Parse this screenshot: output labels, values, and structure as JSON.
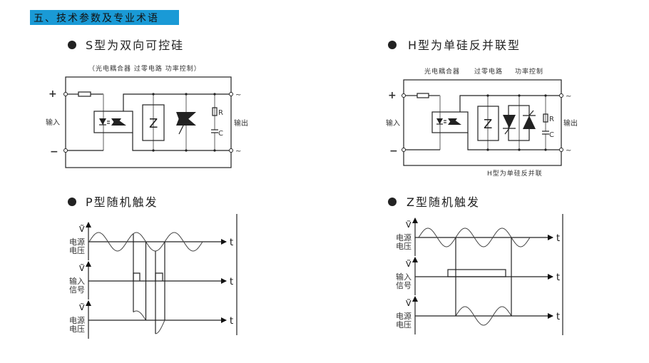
{
  "header": {
    "title": "五、技术参数及专业术语",
    "bg_color": "#1a9ad6"
  },
  "s_type": {
    "title": "S型为双向可控硅",
    "subtitle": "（光电耦合器   过零电路   功率控制）",
    "plus": "+",
    "minus": "−",
    "input": "输入",
    "output": "输出",
    "ac": "~",
    "z": "Z",
    "r": "R",
    "c": "C"
  },
  "h_type": {
    "title": "H型为单硅反并联型",
    "labels": [
      "光电耦合器",
      "过零电路",
      "功率控制"
    ],
    "caption": "H型为单硅反并联",
    "plus": "+",
    "minus": "−",
    "input": "输入",
    "output": "输出",
    "ac": "~",
    "z": "Z",
    "r": "R",
    "c": "C"
  },
  "p_type": {
    "title": "P型随机触发",
    "rows": [
      {
        "v": "Ṽ",
        "l1": "电源",
        "l2": "电压",
        "t": "t"
      },
      {
        "v": "Ṽ",
        "l1": "输入",
        "l2": "信号",
        "t": "t"
      },
      {
        "v": "Ṽ",
        "l1": "电源",
        "l2": "电压",
        "t": "t"
      }
    ]
  },
  "z_type": {
    "title": "Z型随机触发",
    "rows": [
      {
        "v": "Ṽ",
        "l1": "电源",
        "l2": "电压",
        "t": "t"
      },
      {
        "v": "Ṽ",
        "l1": "输入",
        "l2": "信号",
        "t": "t"
      },
      {
        "v": "Ṽ",
        "l1": "电源",
        "l2": "电压",
        "t": "t"
      }
    ]
  }
}
